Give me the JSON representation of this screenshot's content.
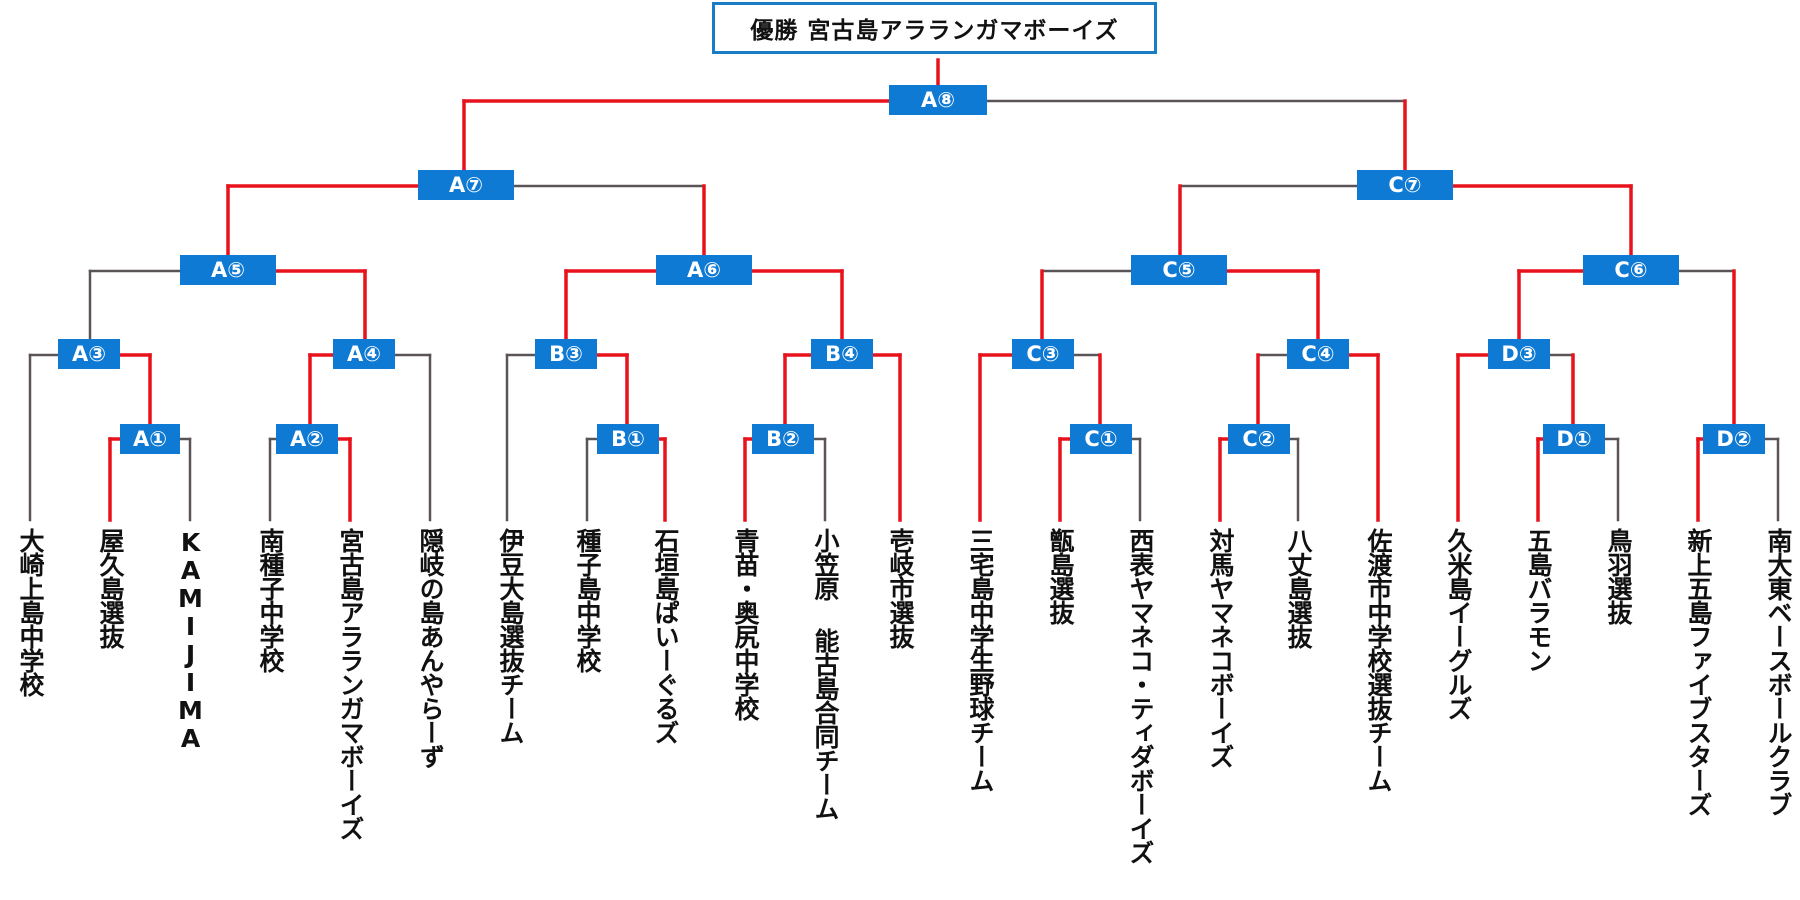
{
  "champion": {
    "prefix": "優勝",
    "team": "宮古島アラランガマボーイズ"
  },
  "colors": {
    "winner_line": "#e8121c",
    "loser_line": "#5a5358",
    "match_box": "#0f7ad4",
    "champion_border": "#1a7cc4"
  },
  "teams": [
    "大崎上島中学校",
    "屋久島選抜",
    "KAMIJIMA",
    "南種子中学校",
    "宮古島アラランガマボーイズ",
    "隠岐の島あんやらーず",
    "伊豆大島選抜チーム",
    "種子島中学校",
    "石垣島ぱいーぐるズ",
    "青苗・奥尻中学校",
    "小笠原 能古島合同チーム",
    "壱岐市選抜",
    "三宅島中学生野球チーム",
    "甑島選抜",
    "西表ヤマネコ・ティダボーイズ",
    "対馬ヤマネコボーイズ",
    "八丈島選抜",
    "佐渡市中学校選抜チーム",
    "久米島イーグルズ",
    "五島バラモン",
    "鳥羽選抜",
    "新上五島ファイブスターズ",
    "南大東ベースボールクラブ"
  ],
  "matches": {
    "A1": "A①",
    "A2": "A②",
    "A3": "A③",
    "A4": "A④",
    "A5": "A⑤",
    "A6": "A⑥",
    "A7": "A⑦",
    "A8": "A⑧",
    "B1": "B①",
    "B2": "B②",
    "B3": "B③",
    "B4": "B④",
    "C1": "C①",
    "C2": "C②",
    "C3": "C③",
    "C4": "C④",
    "C5": "C⑤",
    "C6": "C⑥",
    "C7": "C⑦",
    "D1": "D①",
    "D2": "D②",
    "D3": "D③"
  }
}
